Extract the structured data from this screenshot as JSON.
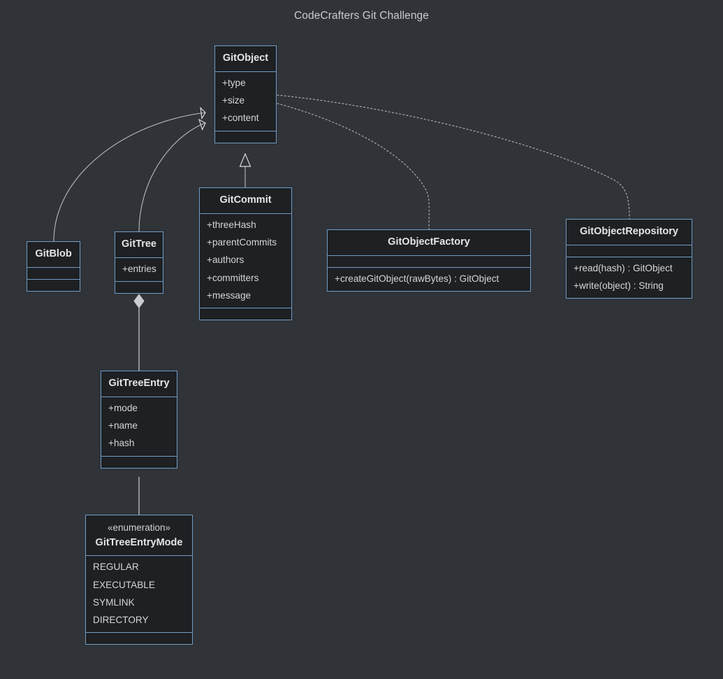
{
  "diagram": {
    "title": "CodeCrafters Git Challenge",
    "type": "uml-class-diagram",
    "background_color": "#303338",
    "box_fill_color": "#1e2023",
    "box_border_color": "#6f9cc6",
    "text_color": "#d4d6d9",
    "edge_color": "#b9bcc0"
  },
  "classes": {
    "gitobject": {
      "name": "GitObject",
      "attributes": [
        "+type",
        "+size",
        "+content"
      ],
      "methods": []
    },
    "gitblob": {
      "name": "GitBlob",
      "attributes": [],
      "methods": []
    },
    "gittree": {
      "name": "GitTree",
      "attributes": [
        "+entries"
      ],
      "methods": []
    },
    "gitcommit": {
      "name": "GitCommit",
      "attributes": [
        "+threeHash",
        "+parentCommits",
        "+authors",
        "+committers",
        "+message"
      ],
      "methods": []
    },
    "gitobjectfactory": {
      "name": "GitObjectFactory",
      "attributes": [],
      "methods": [
        "+createGitObject(rawBytes) : GitObject"
      ]
    },
    "gitobjectrepository": {
      "name": "GitObjectRepository",
      "attributes": [],
      "methods": [
        "+read(hash) : GitObject",
        "+write(object) : String"
      ]
    },
    "gittreeentry": {
      "name": "GitTreeEntry",
      "attributes": [
        "+mode",
        "+name",
        "+hash"
      ],
      "methods": []
    },
    "gittreeentrymode": {
      "stereotype": "«enumeration»",
      "name": "GitTreeEntryMode",
      "attributes": [
        "REGULAR",
        "EXECUTABLE",
        "SYMLINK",
        "DIRECTORY"
      ],
      "methods": []
    }
  },
  "relationships": [
    {
      "from": "GitBlob",
      "to": "GitObject",
      "kind": "generalization",
      "style": "solid",
      "arrow": "hollow-triangle"
    },
    {
      "from": "GitTree",
      "to": "GitObject",
      "kind": "generalization",
      "style": "solid",
      "arrow": "hollow-triangle"
    },
    {
      "from": "GitCommit",
      "to": "GitObject",
      "kind": "generalization",
      "style": "solid",
      "arrow": "hollow-triangle"
    },
    {
      "from": "GitObject",
      "to": "GitObjectFactory",
      "kind": "dependency",
      "style": "dotted",
      "arrow": "none"
    },
    {
      "from": "GitObject",
      "to": "GitObjectRepository",
      "kind": "dependency",
      "style": "dotted",
      "arrow": "none"
    },
    {
      "from": "GitTree",
      "to": "GitTreeEntry",
      "kind": "composition",
      "style": "solid",
      "arrow": "filled-diamond"
    },
    {
      "from": "GitTreeEntry",
      "to": "GitTreeEntryMode",
      "kind": "association",
      "style": "solid",
      "arrow": "none"
    }
  ]
}
